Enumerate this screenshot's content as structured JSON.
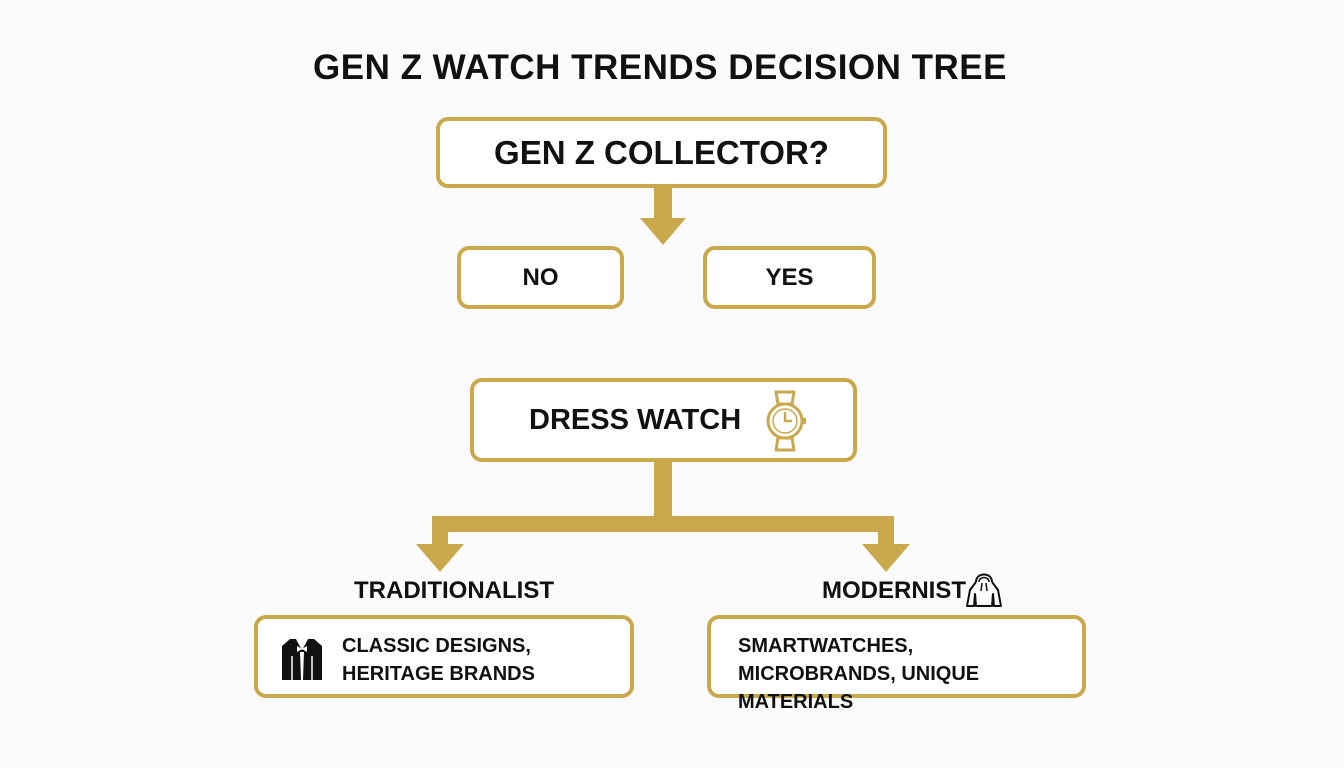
{
  "title": "GEN Z WATCH TRENDS DECISION TREE",
  "colors": {
    "accent": "#c9a94b",
    "text": "#111111",
    "background": "#fbfbfb"
  },
  "root": {
    "question": "GEN Z COLLECTOR?"
  },
  "answers": {
    "no": "NO",
    "yes": "YES"
  },
  "dress_watch": {
    "label": "DRESS WATCH",
    "icon": "wristwatch-icon"
  },
  "branches": {
    "traditionalist": {
      "label": "TRADITIONALIST",
      "icon": "tuxedo-jacket-icon",
      "line1": "CLASSIC DESIGNS,",
      "line2": "HERITAGE BRANDS"
    },
    "modernist": {
      "label": "MODERNIST",
      "icon": "hoodie-icon",
      "line1": "SMARTWATCHES,",
      "line2": "MICROBRANDS, UNIQUE MATERIALS"
    }
  }
}
